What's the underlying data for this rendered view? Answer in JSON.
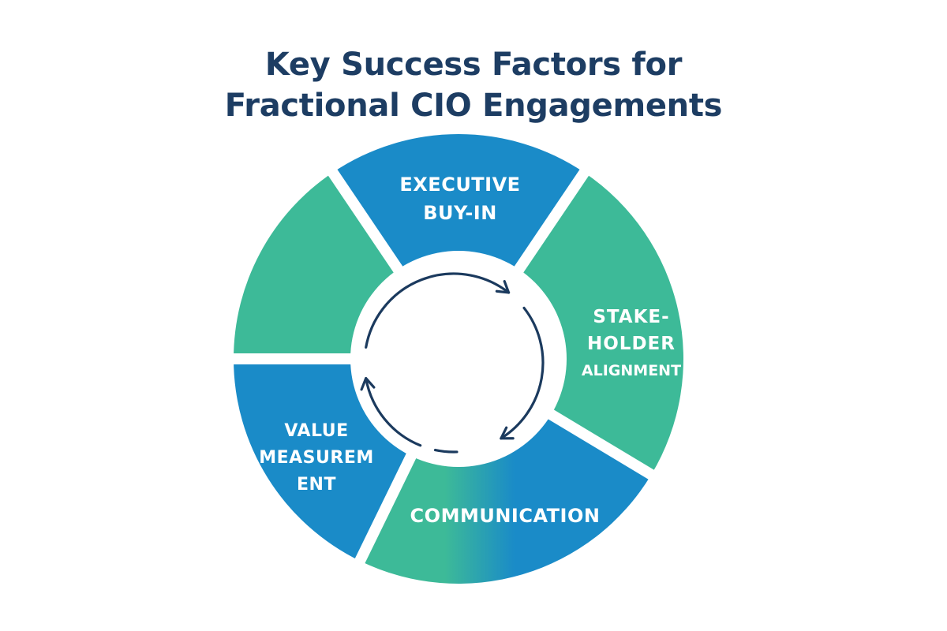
{
  "title": {
    "line1": "Key Success Factors for",
    "line2": "Fractional CIO Engagements"
  },
  "colors": {
    "title": "#1d3d63",
    "blue": "#1a8bc8",
    "green": "#3dba98",
    "arrow": "#1b3a5e",
    "gap": "#ffffff"
  },
  "segments": [
    {
      "id": "executive-buy-in",
      "lines": [
        "EXECUTIVE",
        "BUY-IN"
      ],
      "color": "blue"
    },
    {
      "id": "stakeholder-alignment",
      "lines": [
        "STAKE-",
        "HOLDER",
        "ALIGNMENT"
      ],
      "color": "green"
    },
    {
      "id": "communication",
      "lines": [
        "COMMUNICATION"
      ],
      "color": "green-to-blue gradient"
    },
    {
      "id": "value-measurement",
      "lines": [
        "VALUE",
        "MEASUREM",
        "ENT"
      ],
      "color": "blue"
    },
    {
      "id": "unlabeled",
      "lines": [],
      "color": "green"
    }
  ],
  "center": {
    "icon": "cycle-arrows-icon",
    "arrow_count": 4,
    "direction": "clockwise"
  }
}
